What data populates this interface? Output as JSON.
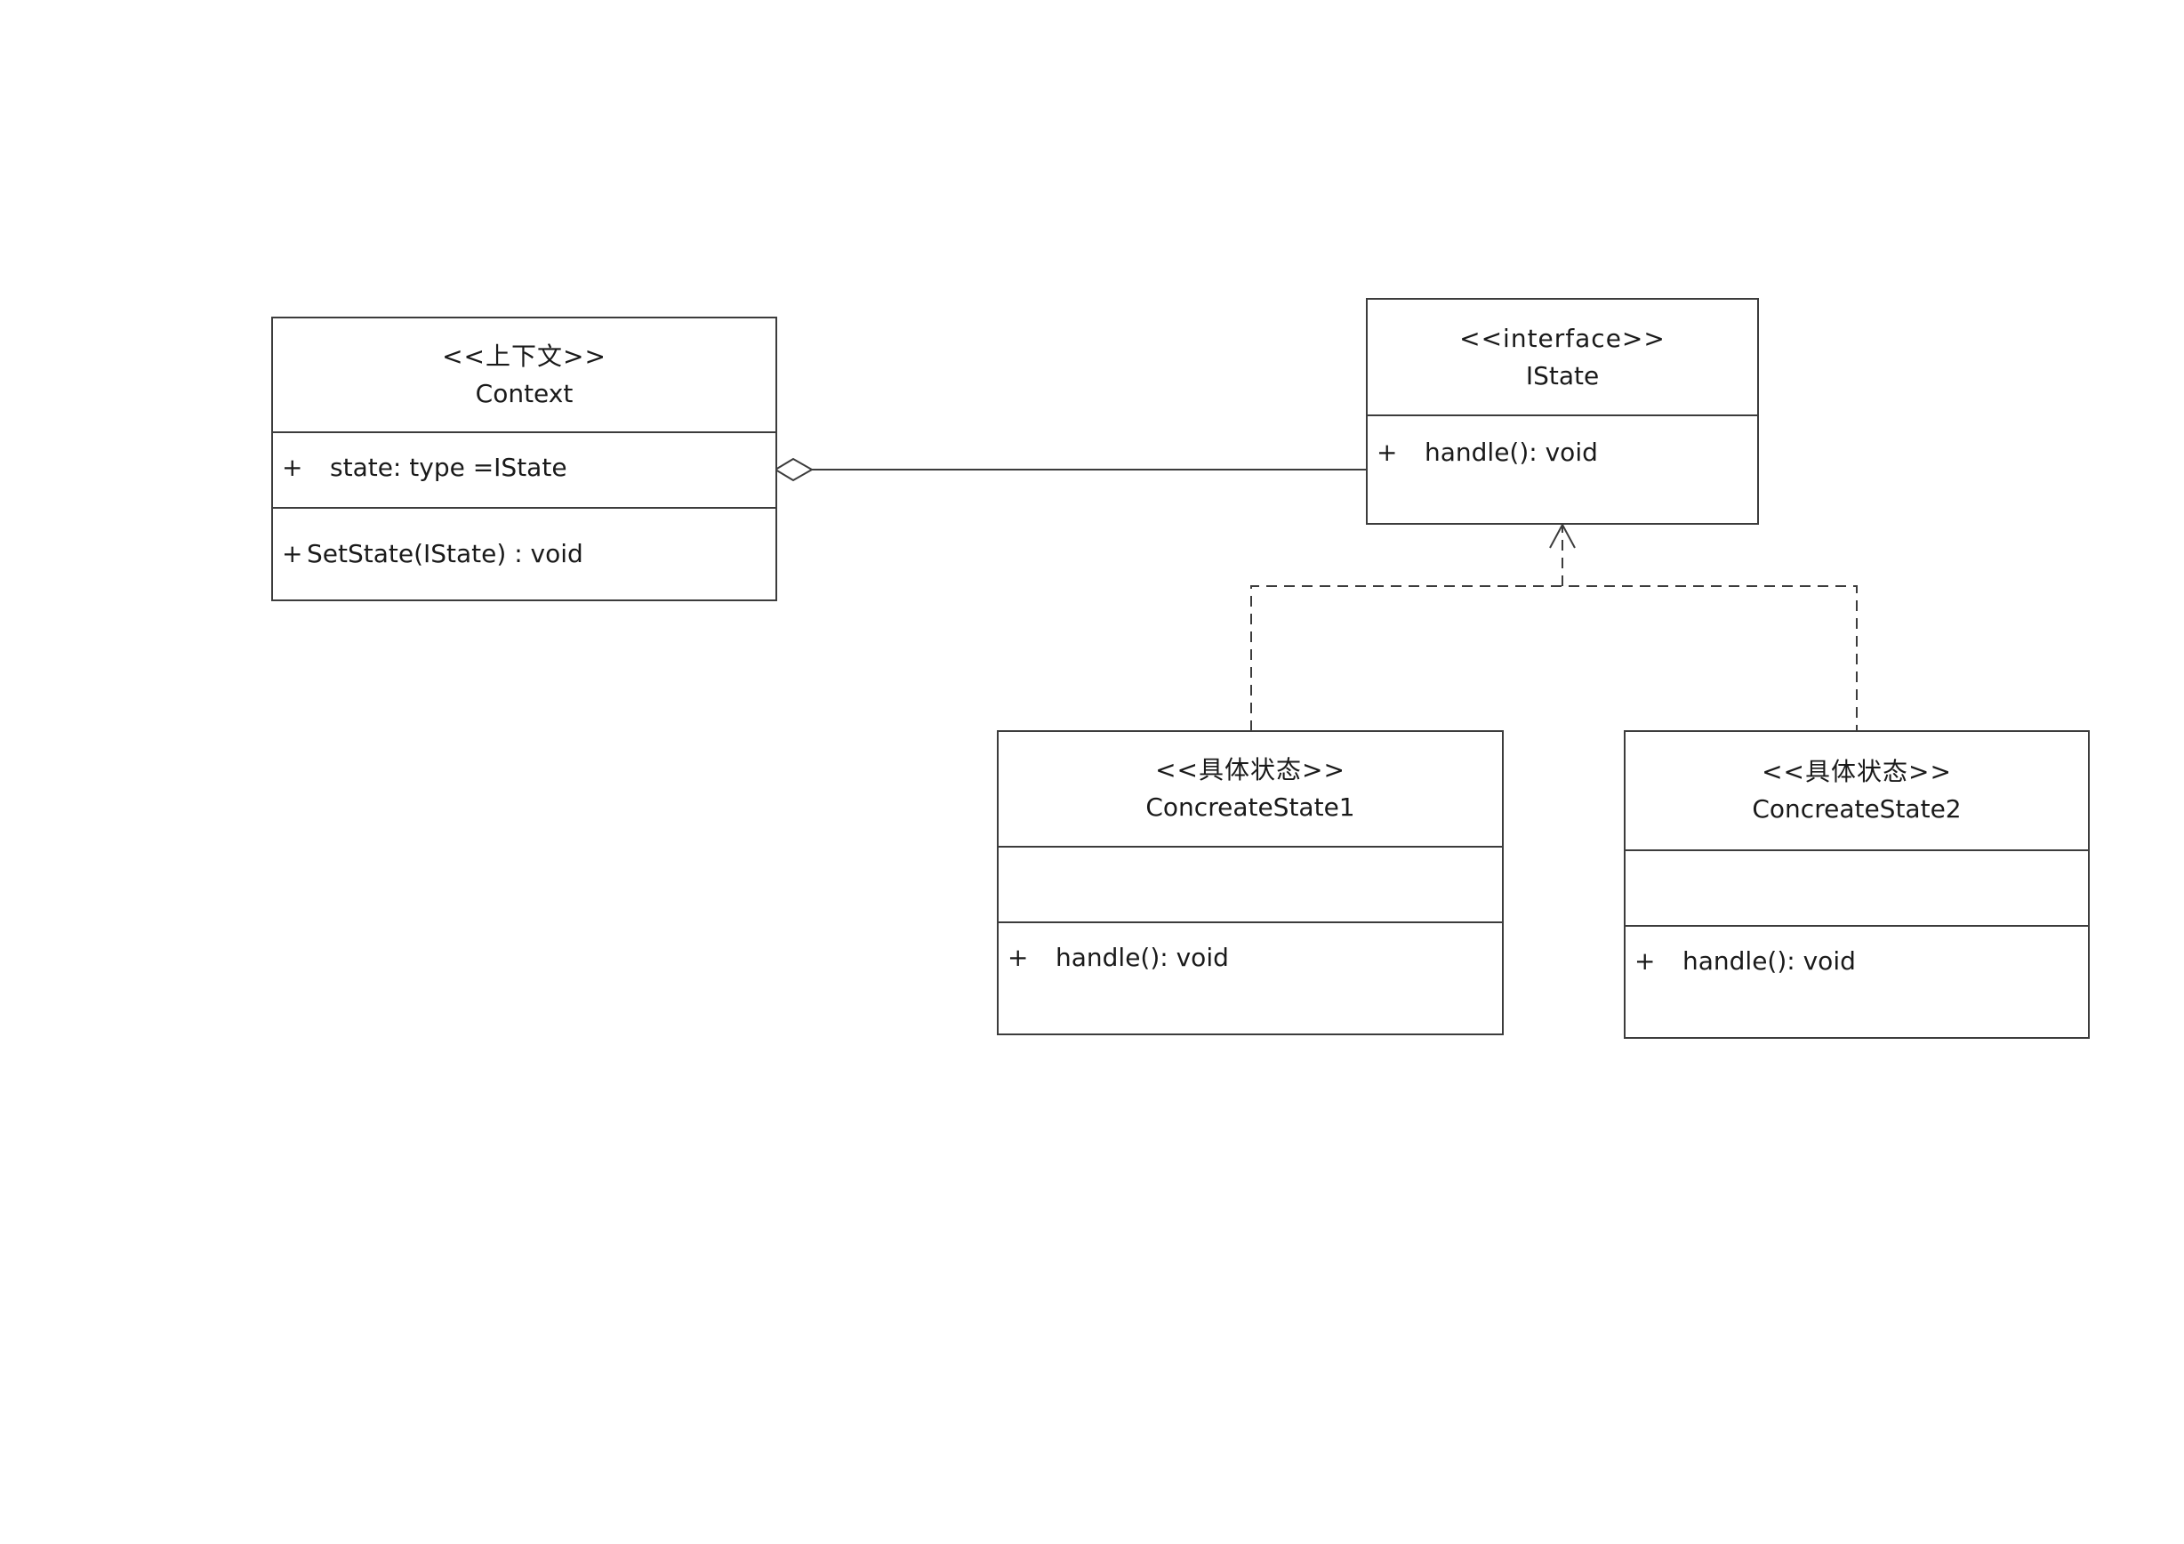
{
  "diagram": {
    "classes": {
      "context": {
        "stereotype": "<<上下文>>",
        "name": "Context",
        "attributes": [
          {
            "visibility": "+",
            "signature": "state: type =IState"
          }
        ],
        "operations": [
          {
            "visibility": "+",
            "signature": "SetState(IState) : void"
          }
        ]
      },
      "istate": {
        "stereotype": "<<interface>>",
        "name": "IState",
        "operations": [
          {
            "visibility": "+",
            "signature": "handle(): void"
          }
        ]
      },
      "concrete1": {
        "stereotype": "<<具体状态>>",
        "name": "ConcreateState1",
        "attributes": [],
        "operations": [
          {
            "visibility": "+",
            "signature": "handle(): void"
          }
        ]
      },
      "concrete2": {
        "stereotype": "<<具体状态>>",
        "name": "ConcreateState2",
        "attributes": [],
        "operations": [
          {
            "visibility": "+",
            "signature": "handle(): void"
          }
        ]
      }
    },
    "relations": [
      {
        "type": "aggregation",
        "from": "context",
        "to": "istate"
      },
      {
        "type": "realization",
        "from": "concrete1",
        "to": "istate"
      },
      {
        "type": "realization",
        "from": "concrete2",
        "to": "istate"
      }
    ],
    "colors": {
      "line": "#3c3c3c",
      "background": "#ffffff"
    }
  }
}
